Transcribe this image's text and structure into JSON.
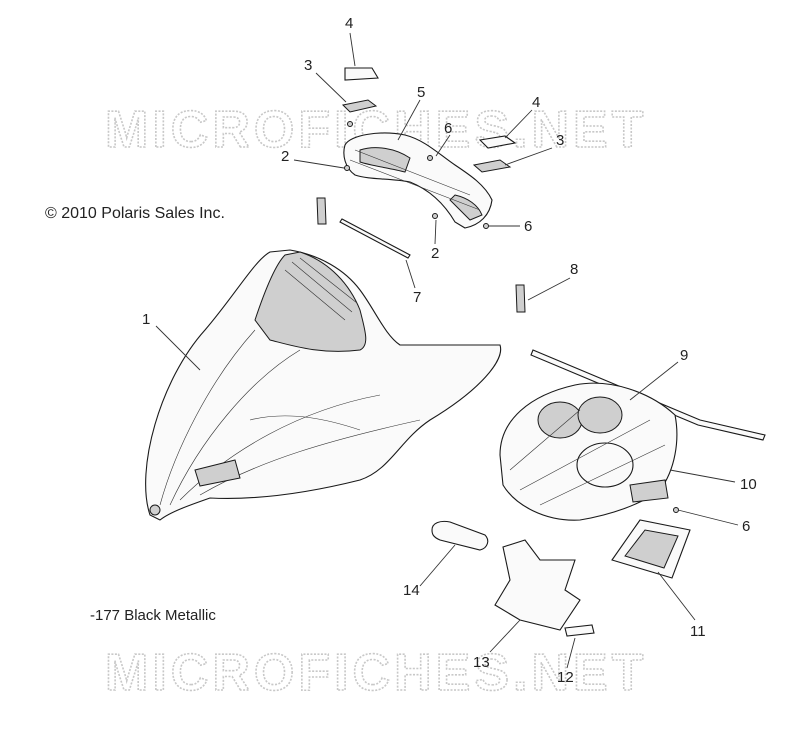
{
  "watermark": "MICROFICHES.NET",
  "copyright": "© 2010 Polaris Sales Inc.",
  "color_note": "-177 Black Metallic",
  "callouts": [
    "1",
    "2",
    "2",
    "3",
    "3",
    "4",
    "4",
    "5",
    "6",
    "6",
    "6",
    "7",
    "8",
    "9",
    "10",
    "11",
    "12",
    "13",
    "14"
  ],
  "parts": {
    "hood": "1",
    "screw": "2",
    "mirror_bracket": "3",
    "mirror_cap": "4",
    "console_frame": "5",
    "fastener": "6",
    "trim_strip_left": "7",
    "clip": "8",
    "trim_strip_right": "9",
    "dash_panel": "10",
    "bezel": "11",
    "label_small": "12",
    "insulation_pad": "13",
    "pad_strip": "14"
  }
}
